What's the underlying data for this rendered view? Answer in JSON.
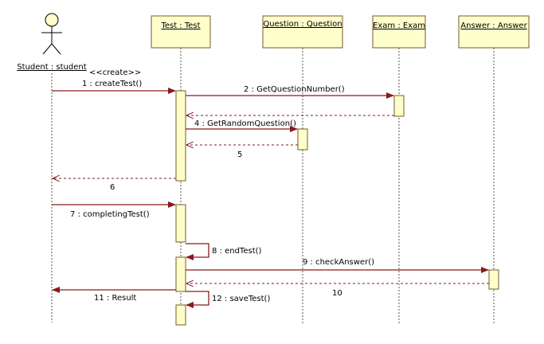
{
  "actor": {
    "label": "Student : student"
  },
  "lifelines": [
    {
      "id": "test",
      "label": "Test : Test"
    },
    {
      "id": "question",
      "label": "Question : Question"
    },
    {
      "id": "exam",
      "label": "Exam : Exam"
    },
    {
      "id": "answer",
      "label": "Answer : Answer"
    }
  ],
  "stereotype": "<<create>>",
  "messages": [
    {
      "n": 1,
      "label": "1 : createTest()"
    },
    {
      "n": 2,
      "label": "2 : GetQuestionNumber()"
    },
    {
      "n": 4,
      "label": "4 : GetRandomQuestion()"
    },
    {
      "n": 5,
      "label": "5"
    },
    {
      "n": 6,
      "label": "6"
    },
    {
      "n": 7,
      "label": "7 : completingTest()"
    },
    {
      "n": 8,
      "label": "8 : endTest()"
    },
    {
      "n": 9,
      "label": "9 : checkAnswer()"
    },
    {
      "n": 10,
      "label": "10"
    },
    {
      "n": 11,
      "label": "11 : Result"
    },
    {
      "n": 12,
      "label": "12 : saveTest()"
    }
  ]
}
